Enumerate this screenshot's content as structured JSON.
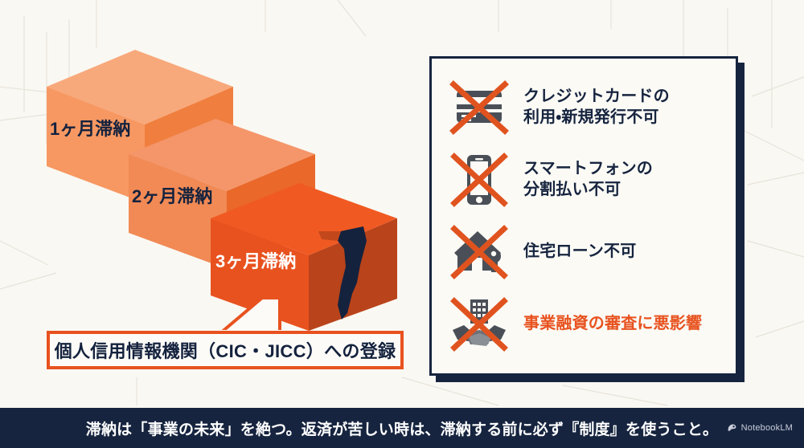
{
  "meta": {
    "background_color": "#FAF8F2",
    "navy": "#16243F",
    "orange": "#E8521F",
    "icon_gray": "#4A4F57"
  },
  "stairs": {
    "steps": [
      {
        "label": "1ヶ月滞納",
        "top_color": "#F8A97C",
        "front_color": "#F79862",
        "side_color": "#F07F3F",
        "text_color": "#14223E"
      },
      {
        "label": "2ヶ月滞納",
        "top_color": "#F4966A",
        "front_color": "#F18A55",
        "side_color": "#E9682A",
        "text_color": "#14223E"
      },
      {
        "label": "3ヶ月滞納",
        "top_color": "#F05A22",
        "front_color": "#E8521F",
        "side_color": "#B9431A",
        "text_color": "#FFFFFF"
      }
    ]
  },
  "callout": {
    "text": "個人信用情報機関（CIC・JICC）への登録",
    "border_color": "#E8521F",
    "background_color": "#FCFBF7"
  },
  "panel": {
    "border_color": "#16243F",
    "background_color": "#FBFAF5",
    "items": [
      {
        "icon": "credit-card-crossed-out-icon",
        "lines": [
          "クレジットカードの",
          "利用・新規発行不可"
        ],
        "emphasis": false
      },
      {
        "icon": "smartphone-crossed-out-icon",
        "lines": [
          "スマートフォンの",
          "分割払い不可"
        ],
        "emphasis": false
      },
      {
        "icon": "house-key-crossed-out-icon",
        "lines": [
          "住宅ローン不可"
        ],
        "emphasis": false
      },
      {
        "icon": "handshake-building-crossed-out-icon",
        "lines": [
          "事業融資の審査に悪影響"
        ],
        "emphasis": true
      }
    ]
  },
  "banner": {
    "text": "滞納は「事業の未来」を絶つ。返済が苦しい時は、滞納する前に必ず『制度』を使うこと。",
    "background_color": "#16243F",
    "text_color": "#FFFFFF"
  },
  "watermark": {
    "label": "NotebookLM"
  }
}
